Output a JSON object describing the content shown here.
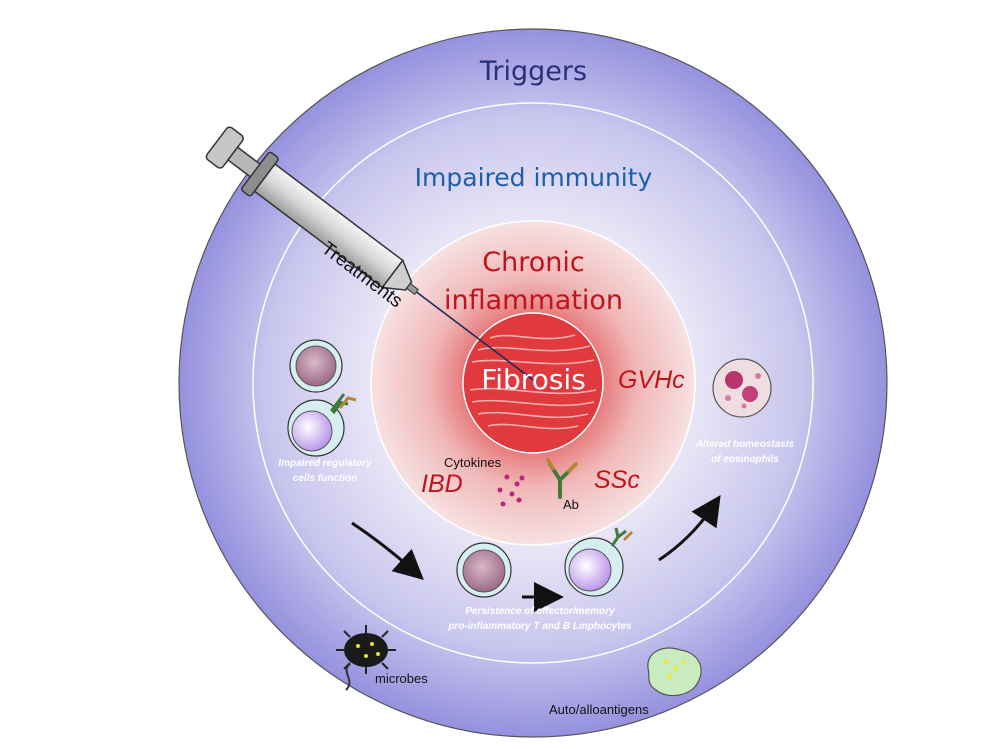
{
  "rings": {
    "outer": "Triggers",
    "middle": "Impaired immunity",
    "inner_line1": "Chronic",
    "inner_line2": "inflammation",
    "core": "Fibrosis"
  },
  "diseases": {
    "gvhc": "GVHc",
    "ibd": "IBD",
    "ssc": "SSc"
  },
  "labels": {
    "treatments": "Treatments",
    "cytokines": "Cytokines",
    "antibody": "Ab",
    "microbes": "microbes",
    "auto_alloantigens": "Auto/alloantigens"
  },
  "captions": {
    "regulatory_line1": "Impaired regulatory",
    "regulatory_line2": "cells function",
    "eosinophils_line1": "Altered homeostasis",
    "eosinophils_line2": "of  eosinophils",
    "persistence_line1": "Persistence of effector/memory",
    "persistence_line2": "pro-inflammatory T and B Lmphocytes"
  },
  "colors": {
    "outer_ring": "#9b98e0",
    "inner_red": "#d72a2f",
    "triggers_text": "#27307a",
    "immunity_text": "#1f5fa8",
    "inflammation_text": "#c0141c"
  },
  "icons": [
    "syringe-icon",
    "lymphocyte-icon",
    "b-cell-antibody-icon",
    "eosinophil-icon",
    "antibody-icon",
    "cytokine-dots-icon",
    "microbe-icon",
    "antigen-cell-icon",
    "arrow-icon"
  ]
}
